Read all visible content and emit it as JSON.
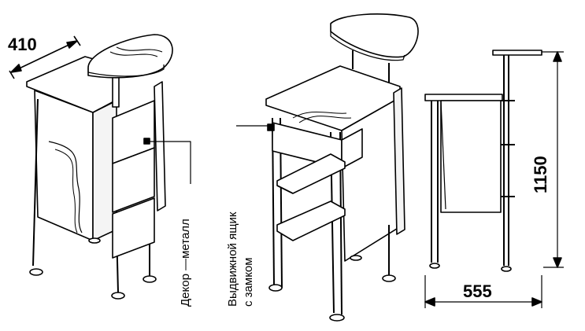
{
  "dimensions": {
    "depth": "410",
    "height": "1150",
    "width": "555"
  },
  "annotations": {
    "decor_label": "Декор —металл",
    "drawer_label_line1": "Выдвижной ящик",
    "drawer_label_line2": "с замком"
  },
  "colors": {
    "line": "#000000",
    "fill": "#ffffff",
    "shade": "#d9d9d9"
  }
}
